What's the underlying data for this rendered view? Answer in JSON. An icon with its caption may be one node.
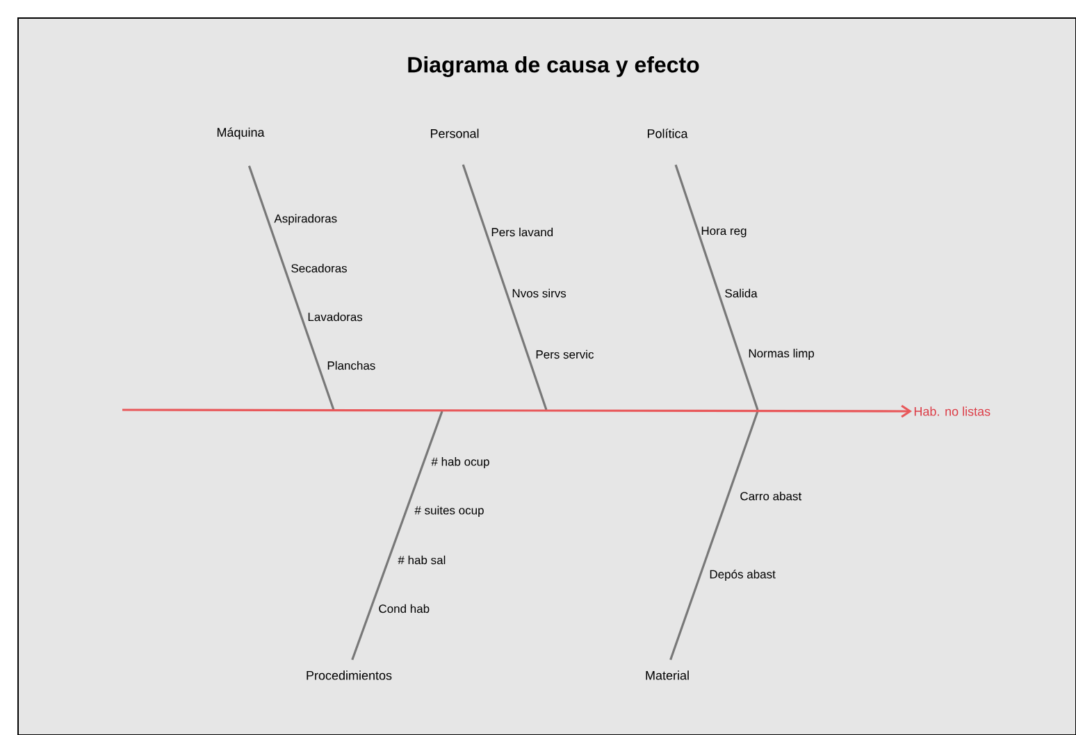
{
  "diagram": {
    "title": "Diagrama de causa y efecto",
    "nodes": [
      {
        "text": [
          "Máquina"
        ]
      },
      {
        "text": [
          "Personal"
        ]
      },
      {
        "text": [
          "Política"
        ]
      },
      {
        "text": [
          "Procedimientos"
        ]
      },
      {
        "text": [
          "Material"
        ]
      },
      {
        "text": [
          "Hab. no listas"
        ]
      }
    ],
    "edges": [
      {
        "from": 0,
        "to": null,
        "arrow": "none"
      },
      {
        "from": 1,
        "to": null,
        "arrow": "none"
      },
      {
        "from": 2,
        "to": null,
        "arrow": "none"
      },
      {
        "from": 3,
        "to": null,
        "arrow": "none"
      },
      {
        "from": 4,
        "to": null,
        "arrow": "none"
      },
      {
        "from": null,
        "to": 5,
        "arrow": "to",
        "color": "#e8585a"
      }
    ],
    "labels": [
      "Aspiradoras",
      "Pers lavand",
      "Hora reg",
      "Secadoras",
      "Nvos sirvs",
      "Salida",
      "Lavadoras",
      "Pers servic",
      "Normas limp",
      "Planchas",
      "# hab ocup",
      "Carro abast",
      "# suites ocup",
      "# hab sal",
      "Depós abast",
      "Cond hab"
    ]
  }
}
